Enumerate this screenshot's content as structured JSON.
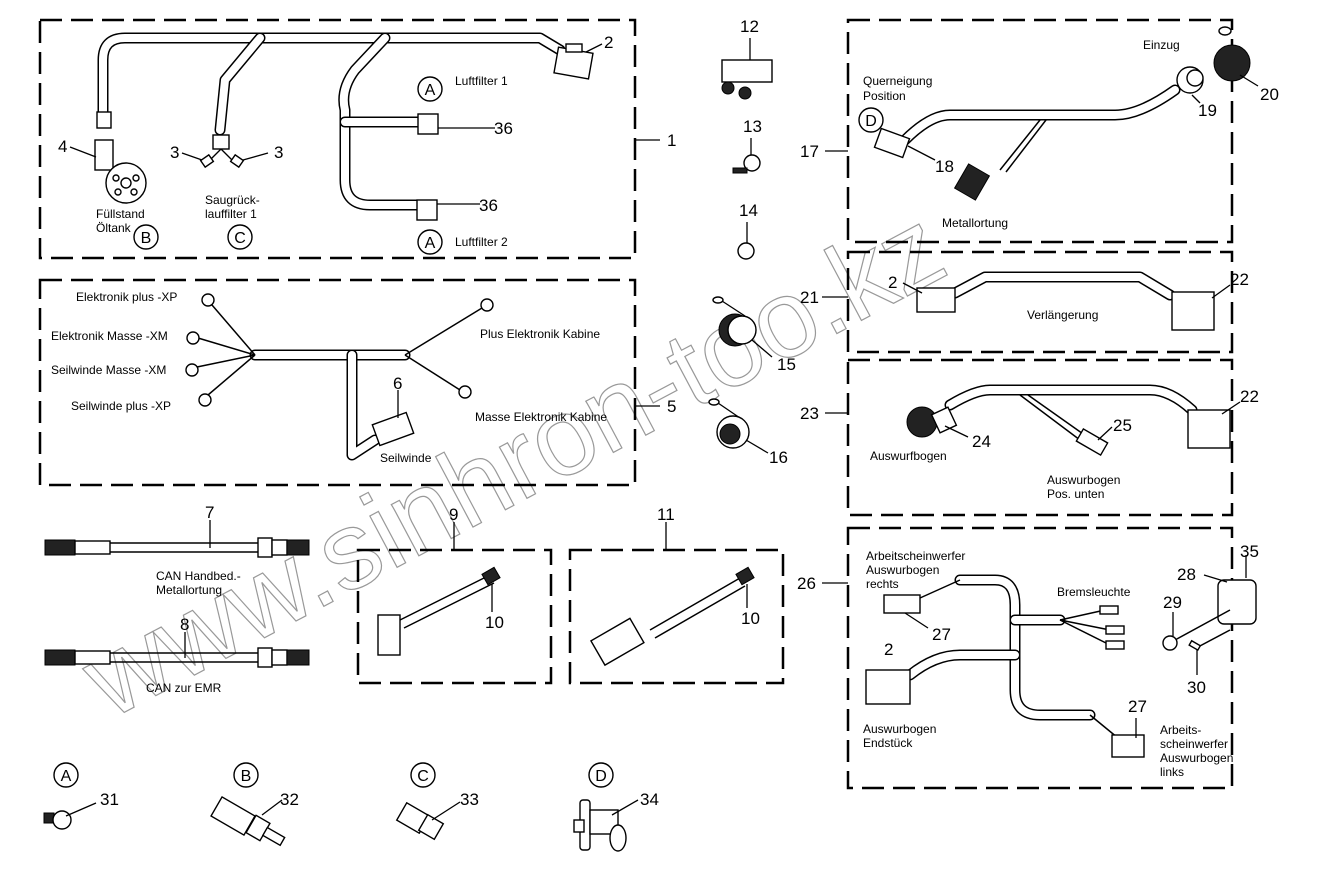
{
  "watermark": "www.sinhron-too.kz",
  "groups": {
    "g1": {
      "number": "1",
      "items": {
        "n2": "2",
        "n3a": "3",
        "n3b": "3",
        "n4": "4",
        "n36a": "36",
        "n36b": "36"
      },
      "labels": {
        "luftfilter1": "Luftfilter 1",
        "luftfilter2": "Luftfilter 2",
        "fuellstand1": "Füllstand",
        "fuellstand2": "Öltank",
        "saug1": "Saugrück-",
        "saug2": "lauffilter 1"
      },
      "circles": {
        "a1": "A",
        "a2": "A",
        "b": "B",
        "c": "C"
      }
    },
    "g5": {
      "number": "5",
      "items": {
        "n6": "6"
      },
      "labels": {
        "elplus": "Elektronik plus -XP",
        "elmasse": "Elektronik Masse -XM",
        "swmasse": "Seilwinde Masse -XM",
        "swplus": "Seilwinde plus -XP",
        "pluskab": "Plus Elektronik Kabine",
        "massekab": "Masse Elektronik Kabine",
        "seilwinde": "Seilwinde"
      }
    },
    "g7": {
      "number": "7",
      "label1": "CAN Handbed.-",
      "label2": "Metallortung"
    },
    "g8": {
      "number": "8",
      "label": "CAN zur EMR"
    },
    "g9": {
      "number": "9",
      "item": "10"
    },
    "g11": {
      "number": "11",
      "item": "10"
    },
    "loose": {
      "n12": "12",
      "n13": "13",
      "n14": "14",
      "n15": "15",
      "n16": "16"
    },
    "g17": {
      "number": "17",
      "items": {
        "n18": "18",
        "n19": "19",
        "n20": "20"
      },
      "labels": {
        "einzug": "Einzug",
        "quer1": "Querneigung",
        "quer2": "Position",
        "metall": "Metallortung"
      },
      "circles": {
        "d": "D"
      }
    },
    "g21": {
      "number": "21",
      "items": {
        "n2": "2",
        "n22": "22"
      },
      "label": "Verlängerung"
    },
    "g23": {
      "number": "23",
      "items": {
        "n22": "22",
        "n24": "24",
        "n25": "25"
      },
      "labels": {
        "auswurf": "Auswurfbogen",
        "pos1": "Auswurbogen",
        "pos2": "Pos. unten"
      }
    },
    "g26": {
      "number": "26",
      "items": {
        "n2": "2",
        "n27a": "27",
        "n27b": "27",
        "n28": "28",
        "n29": "29",
        "n30": "30",
        "n35": "35"
      },
      "labels": {
        "re1": "Arbeitscheinwerfer",
        "re2": "Auswurbogen",
        "re3": "rechts",
        "brems": "Bremsleuchte",
        "end1": "Auswurbogen",
        "end2": "Endstück",
        "li1": "Arbeits-",
        "li2": "scheinwerfer",
        "li3": "Auswurbogen",
        "li4": "links"
      }
    },
    "sensors": [
      {
        "circle": "A",
        "number": "31"
      },
      {
        "circle": "B",
        "number": "32"
      },
      {
        "circle": "C",
        "number": "33"
      },
      {
        "circle": "D",
        "number": "34"
      }
    ]
  }
}
